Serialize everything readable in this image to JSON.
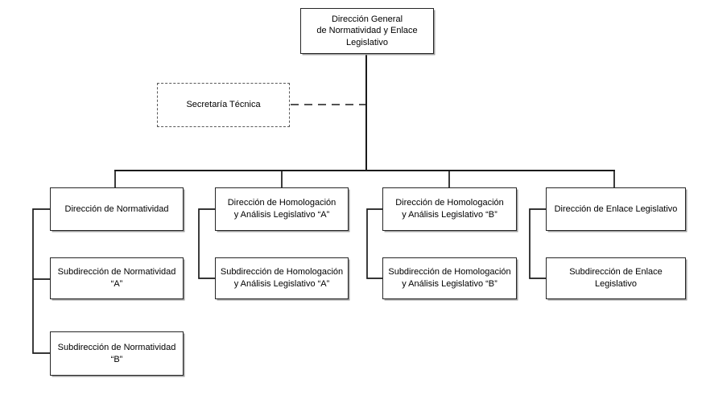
{
  "diagram": {
    "type": "org-chart",
    "nodes": {
      "root": {
        "label": "Dirección General\nde Normatividad y Enlace\nLegislativo"
      },
      "secretaria": {
        "label": "Secretaría Técnica",
        "style": "dashed-advisory"
      },
      "dir1": {
        "label": "Dirección de Normatividad"
      },
      "dir2": {
        "label": "Dirección de Homologación\ny Análisis Legislativo “A”"
      },
      "dir3": {
        "label": "Dirección de Homologación\ny Análisis Legislativo “B”"
      },
      "dir4": {
        "label": "Dirección de Enlace Legislativo"
      },
      "sub1a": {
        "label": "Subdirección de Normatividad\n“A”"
      },
      "sub1b": {
        "label": "Subdirección de Normatividad\n“B”"
      },
      "sub2a": {
        "label": "Subdirección de Homologación\ny Análisis Legislativo “A”"
      },
      "sub3b": {
        "label": "Subdirección de Homologación\ny Análisis Legislativo “B”"
      },
      "sub4": {
        "label": "Subdirección de Enlace\nLegislativo"
      }
    },
    "edges": [
      {
        "from": "root",
        "to": "secretaria",
        "style": "dashed"
      },
      {
        "from": "root",
        "to": "dir1",
        "style": "solid"
      },
      {
        "from": "root",
        "to": "dir2",
        "style": "solid"
      },
      {
        "from": "root",
        "to": "dir3",
        "style": "solid"
      },
      {
        "from": "root",
        "to": "dir4",
        "style": "solid"
      },
      {
        "from": "dir1",
        "to": "sub1a",
        "style": "solid"
      },
      {
        "from": "dir1",
        "to": "sub1b",
        "style": "solid"
      },
      {
        "from": "dir2",
        "to": "sub2a",
        "style": "solid"
      },
      {
        "from": "dir3",
        "to": "sub3b",
        "style": "solid"
      },
      {
        "from": "dir4",
        "to": "sub4",
        "style": "solid"
      }
    ],
    "colors": {
      "background": "#ffffff",
      "line": "#1a1a1a",
      "box_border": "#262626",
      "box_shadow": "#9e9e9e",
      "dashed_border": "#595959",
      "text": "#000000"
    }
  }
}
